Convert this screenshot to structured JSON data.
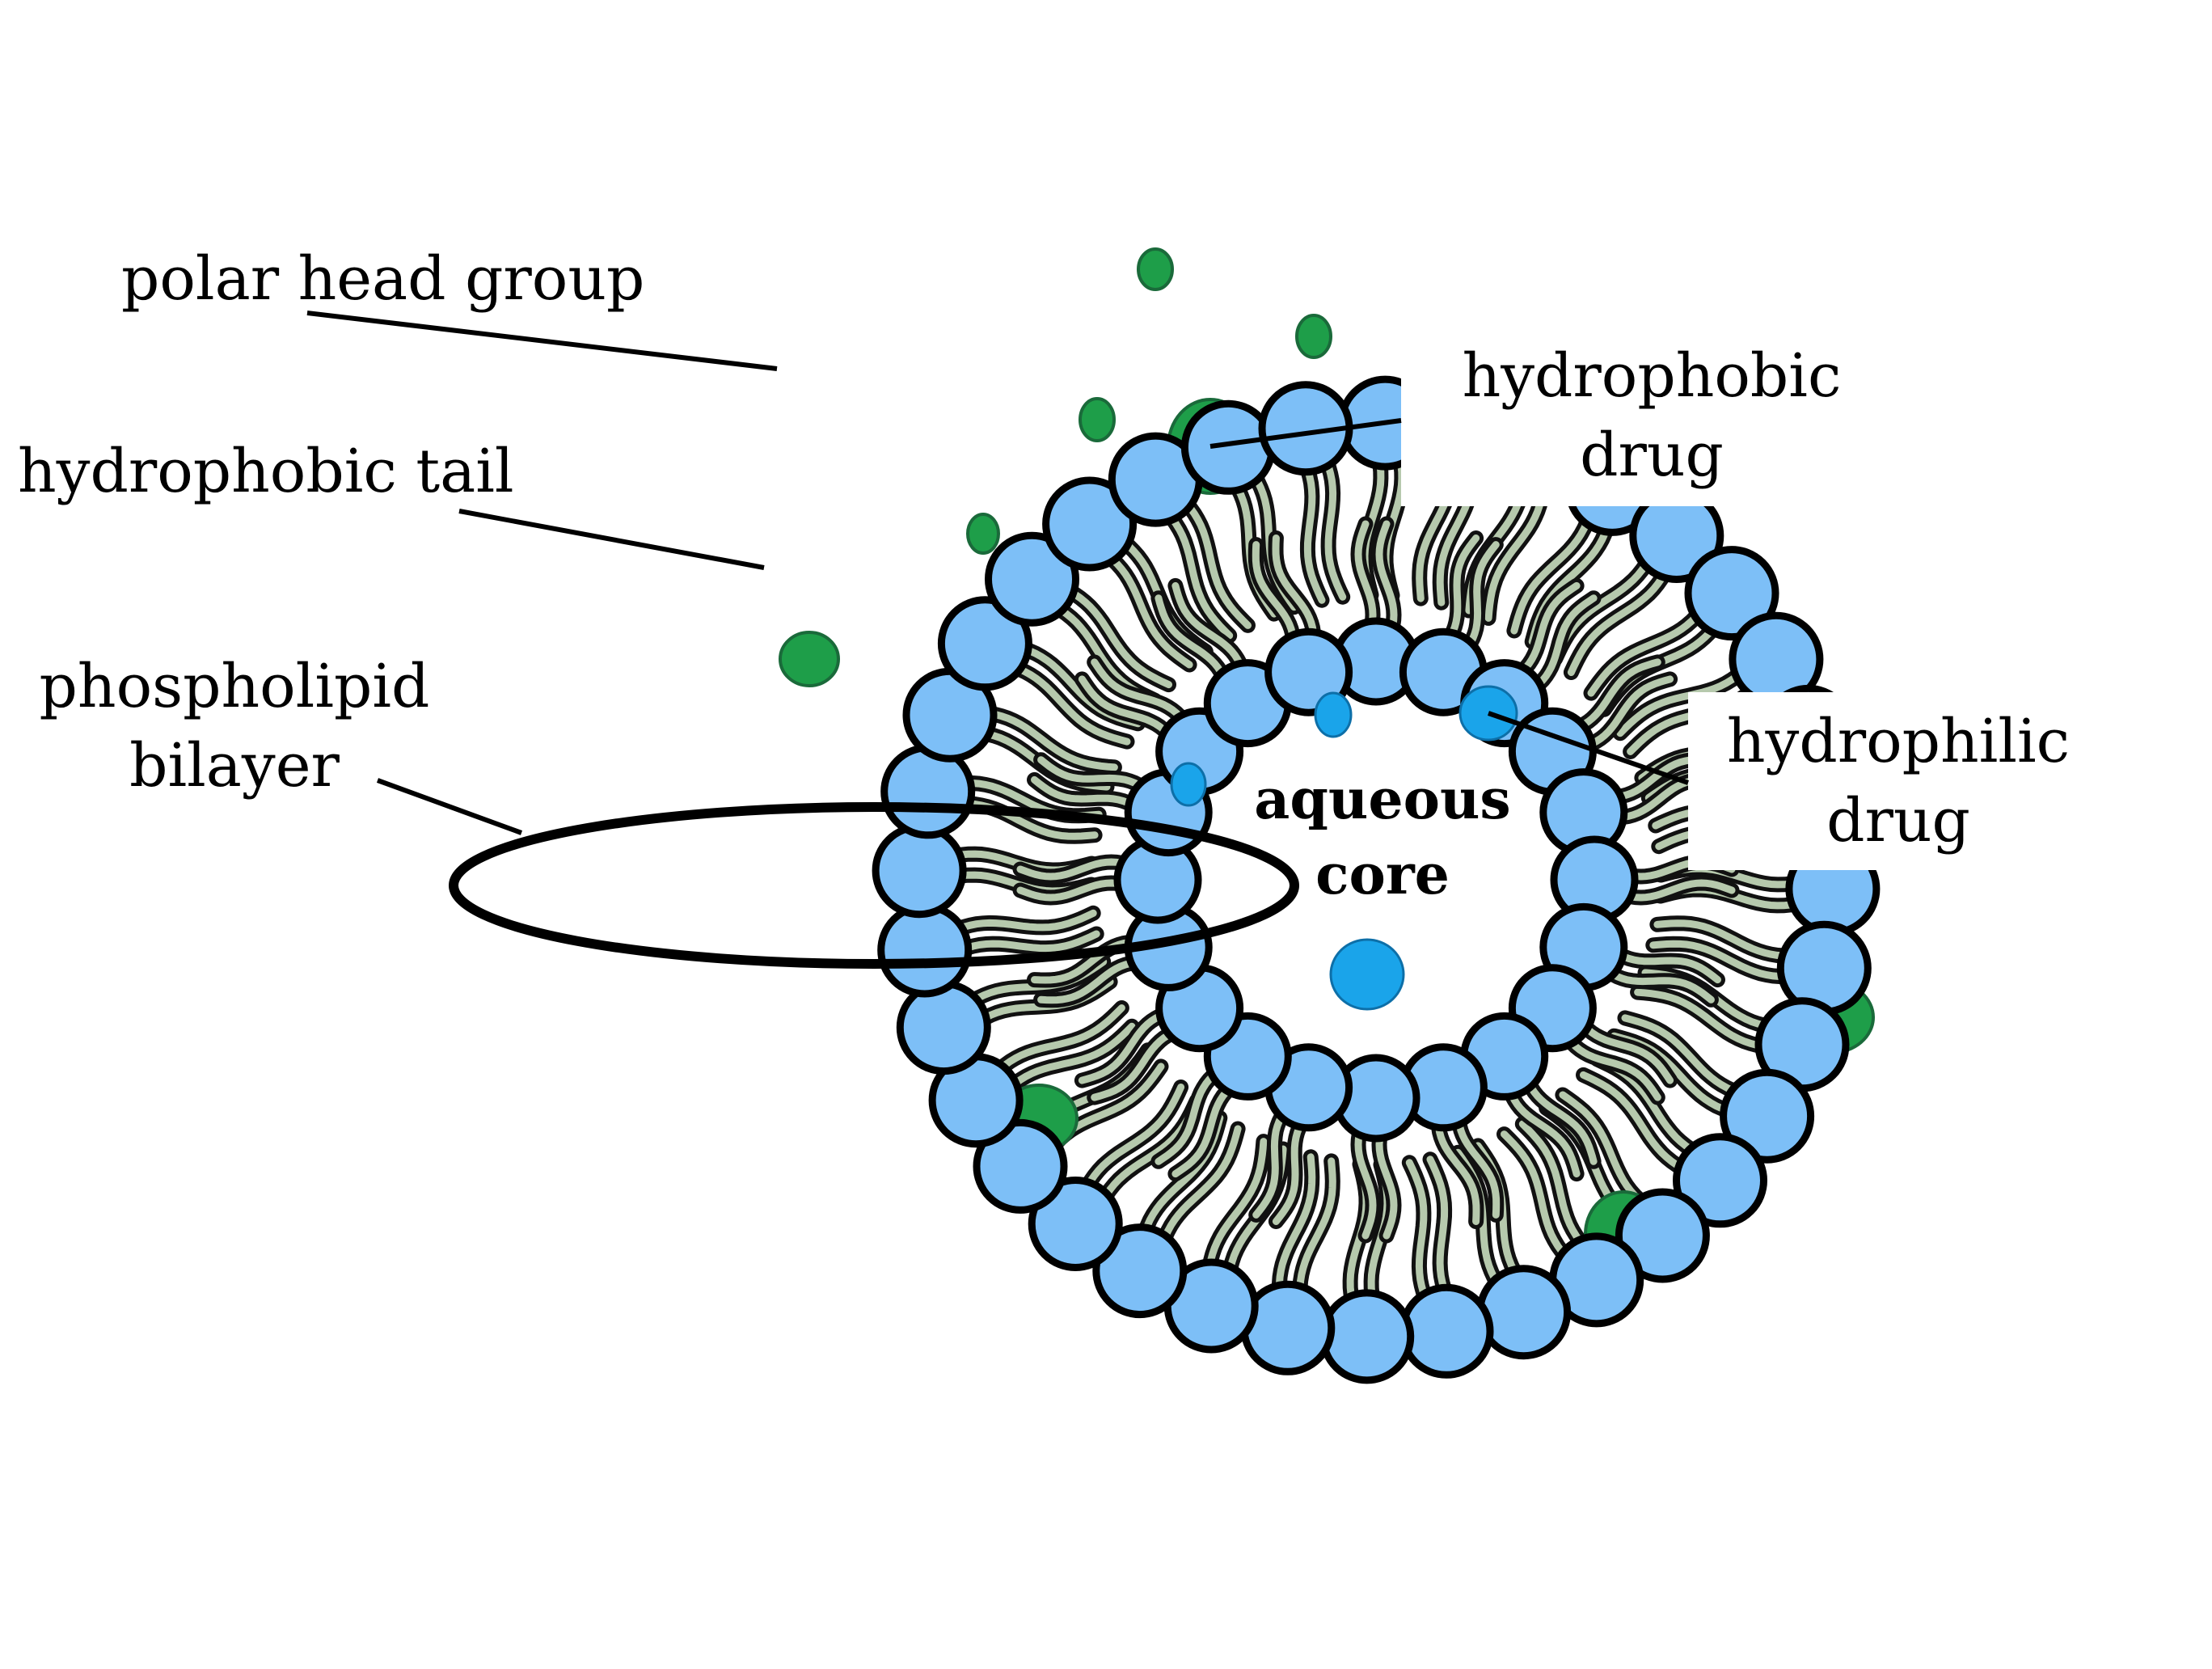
{
  "labels": {
    "polar_head": "polar head group",
    "hydrophobic_tail": "hydrophobic tail",
    "bilayer_line1": "phospholipid",
    "bilayer_line2": "bilayer",
    "hydrophobic_drug_line1": "hydrophobic",
    "hydrophobic_drug_line2": "drug",
    "hydrophilic_drug_line1": "hydrophilic",
    "hydrophilic_drug_line2": "drug",
    "core_line1": "aqueous",
    "core_line2": "core"
  },
  "colors": {
    "head_fill": "#7dbff7",
    "head_outline": "#000000",
    "tail_fill": "#b6c9ad",
    "tail_outline": "#111111",
    "hydrophobic_drug": "#1e9e49",
    "hydrophilic_drug": "#1aa4ea"
  },
  "counts": {
    "outer_heads": 36,
    "inner_heads": 20
  }
}
